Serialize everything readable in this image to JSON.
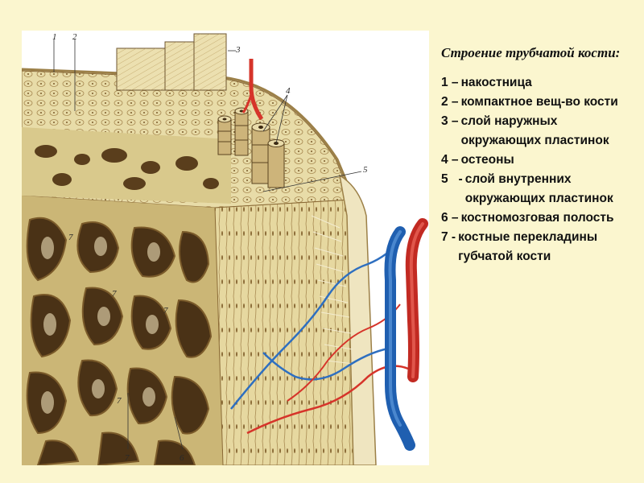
{
  "figure": {
    "callouts": [
      "1",
      "2",
      "3",
      "4",
      "5",
      "7",
      "7",
      "7",
      "7",
      "7",
      "6"
    ]
  },
  "caption": {
    "title": "Строение трубчатой кости:",
    "items": [
      {
        "num": "1 –",
        "text": "накостница"
      },
      {
        "num": "2 –",
        "text": "компактное вещ-во кости"
      },
      {
        "num": "3 –",
        "text": "слой наружных окружающих пластинок"
      },
      {
        "num": "4 –",
        "text": "остеоны"
      },
      {
        "num": "5   -",
        "text": "слой внутренних окружающих пластинок"
      },
      {
        "num": "6 –",
        "text": "костномозговая полость"
      },
      {
        "num": "7 -",
        "text": "костные перекладины губчатой кости"
      }
    ]
  },
  "colors": {
    "bone": "#e3d7a0",
    "bone_dark": "#8a6a36",
    "cavity": "#4a3216",
    "artery": "#d6342a",
    "vein": "#2e6fc0",
    "background": "#fbf6cf"
  }
}
